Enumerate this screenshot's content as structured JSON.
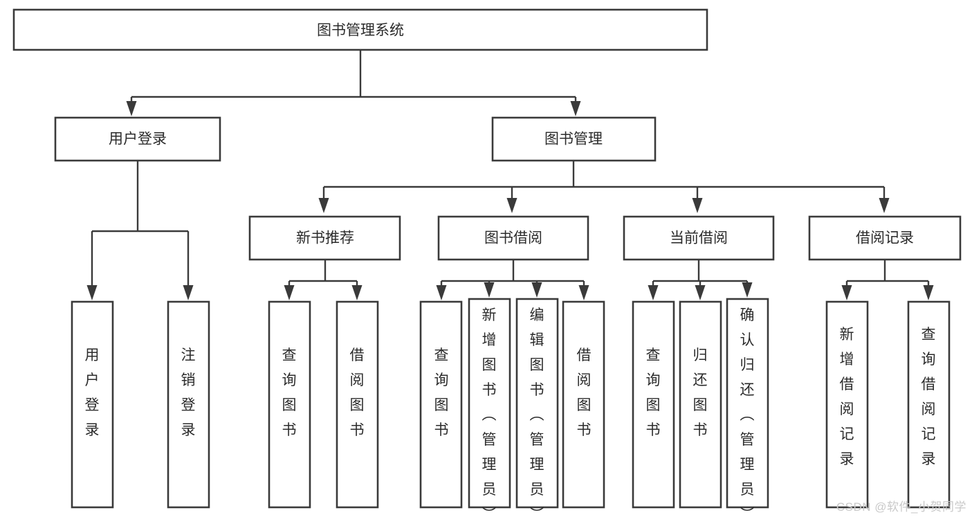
{
  "diagram": {
    "type": "tree-hierarchy",
    "title": "图书管理系统",
    "watermark": "CSDN @软件_小贺同学",
    "colors": {
      "box_stroke": "#3a3a3a",
      "box_fill": "#ffffff",
      "connector": "#3a3a3a",
      "text": "#2b2b2b",
      "watermark": "#c9c9c9",
      "background": "#ffffff"
    },
    "root": {
      "label": "图书管理系统"
    },
    "level2": [
      {
        "id": "user-login",
        "label": "用户登录"
      },
      {
        "id": "book-manage",
        "label": "图书管理"
      }
    ],
    "level3": [
      {
        "id": "new-book-recommend",
        "label": "新书推荐",
        "parent": "book-manage"
      },
      {
        "id": "book-borrow",
        "label": "图书借阅",
        "parent": "book-manage"
      },
      {
        "id": "current-borrow",
        "label": "当前借阅",
        "parent": "book-manage"
      },
      {
        "id": "borrow-record",
        "label": "借阅记录",
        "parent": "book-manage"
      }
    ],
    "leaves": {
      "user-login": [
        {
          "id": "leaf-user-login",
          "label": "用户登录"
        },
        {
          "id": "leaf-logout",
          "label": "注销登录"
        }
      ],
      "new-book-recommend": [
        {
          "id": "leaf-query-book-1",
          "label": "查询图书"
        },
        {
          "id": "leaf-borrow-book-1",
          "label": "借阅图书"
        }
      ],
      "book-borrow": [
        {
          "id": "leaf-query-book-2",
          "label": "查询图书"
        },
        {
          "id": "leaf-add-book",
          "label": "新增图书（管理员）"
        },
        {
          "id": "leaf-edit-book",
          "label": "编辑图书（管理员）"
        },
        {
          "id": "leaf-borrow-book-2",
          "label": "借阅图书"
        }
      ],
      "current-borrow": [
        {
          "id": "leaf-query-book-3",
          "label": "查询图书"
        },
        {
          "id": "leaf-return-book",
          "label": "归还图书"
        },
        {
          "id": "leaf-confirm-return",
          "label": "确认归还（管理员）"
        }
      ],
      "borrow-record": [
        {
          "id": "leaf-add-record",
          "label": "新增借阅记录"
        },
        {
          "id": "leaf-query-record",
          "label": "查询借阅记录"
        }
      ]
    }
  }
}
